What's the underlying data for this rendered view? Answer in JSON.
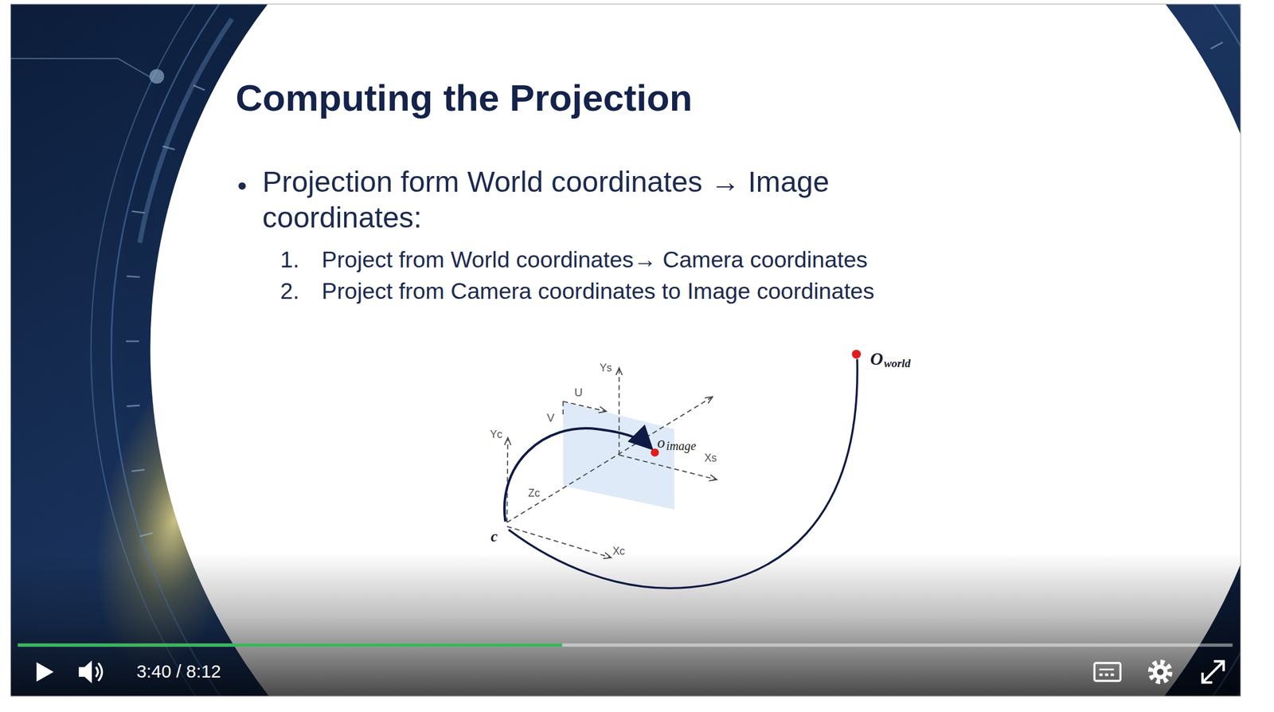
{
  "diagram": {
    "title": "Computing the Projection",
    "labels": [
      "Projection form World coordinates → Image coordinates:",
      "1.",
      "Project from World coordinates→ Camera coordinates",
      "2.",
      "Project from Camera coordinates to Image coordinates",
      "Ys",
      "U",
      "V",
      "Yc",
      "o",
      "image",
      "Xs",
      "Zc",
      "c",
      "Xc",
      "O",
      "world",
      "3:40 / 8:12"
    ]
  }
}
